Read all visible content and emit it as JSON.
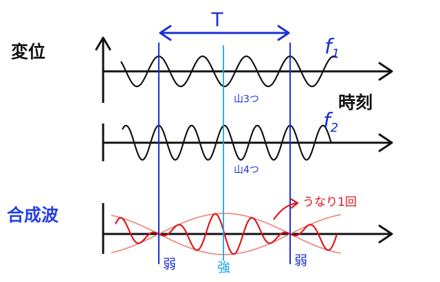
{
  "labels": {
    "displacement": "変位",
    "time": "時刻",
    "composite": "合成波",
    "period": "T",
    "f1": "f",
    "f1_sub": "1",
    "f2": "f",
    "f2_sub": "2",
    "peaks_f1": "山3つ",
    "peaks_f2": "山4つ",
    "beat": "うなり1回",
    "weak_left": "弱",
    "strong": "強",
    "weak_right": "弱"
  },
  "colors": {
    "ink": "#111111",
    "blue": "#1a2fd6",
    "cyan": "#19a6e8",
    "red": "#e0141b",
    "envelope": "#ef8a80",
    "composite_label": "#2440e0"
  },
  "waves": {
    "f1_peaks_in_T": 3,
    "f2_peaks_in_T": 4,
    "beats_in_T": 1
  }
}
